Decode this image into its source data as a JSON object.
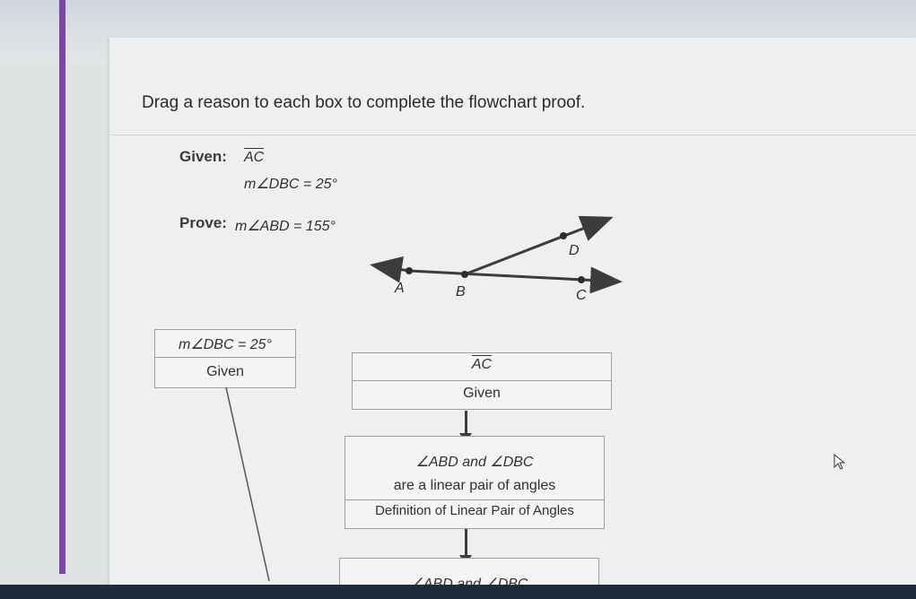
{
  "instruction": "Drag a reason to each box to complete the flowchart proof.",
  "given": {
    "label": "Given:",
    "line1": "AC",
    "line2": "m∠DBC = 25°"
  },
  "prove": {
    "label": "Prove:",
    "statement": "m∠ABD = 155°"
  },
  "diagram": {
    "points": [
      "A",
      "B",
      "C",
      "D"
    ]
  },
  "flowchart": {
    "box_left": {
      "statement": "m∠DBC = 25°",
      "reason": "Given"
    },
    "box_top": {
      "statement": "AC",
      "reason": "Given"
    },
    "box_mid": {
      "statement_line1": "∠ABD and ∠DBC",
      "statement_line2": "are a linear pair of angles",
      "reason": "Definition of Linear Pair of Angles"
    },
    "box_bottom": {
      "statement": "∠ABD and ∠DBC"
    }
  },
  "colors": {
    "accent_left_bar": "#7b46a7",
    "box_border": "#9aa0a2"
  }
}
